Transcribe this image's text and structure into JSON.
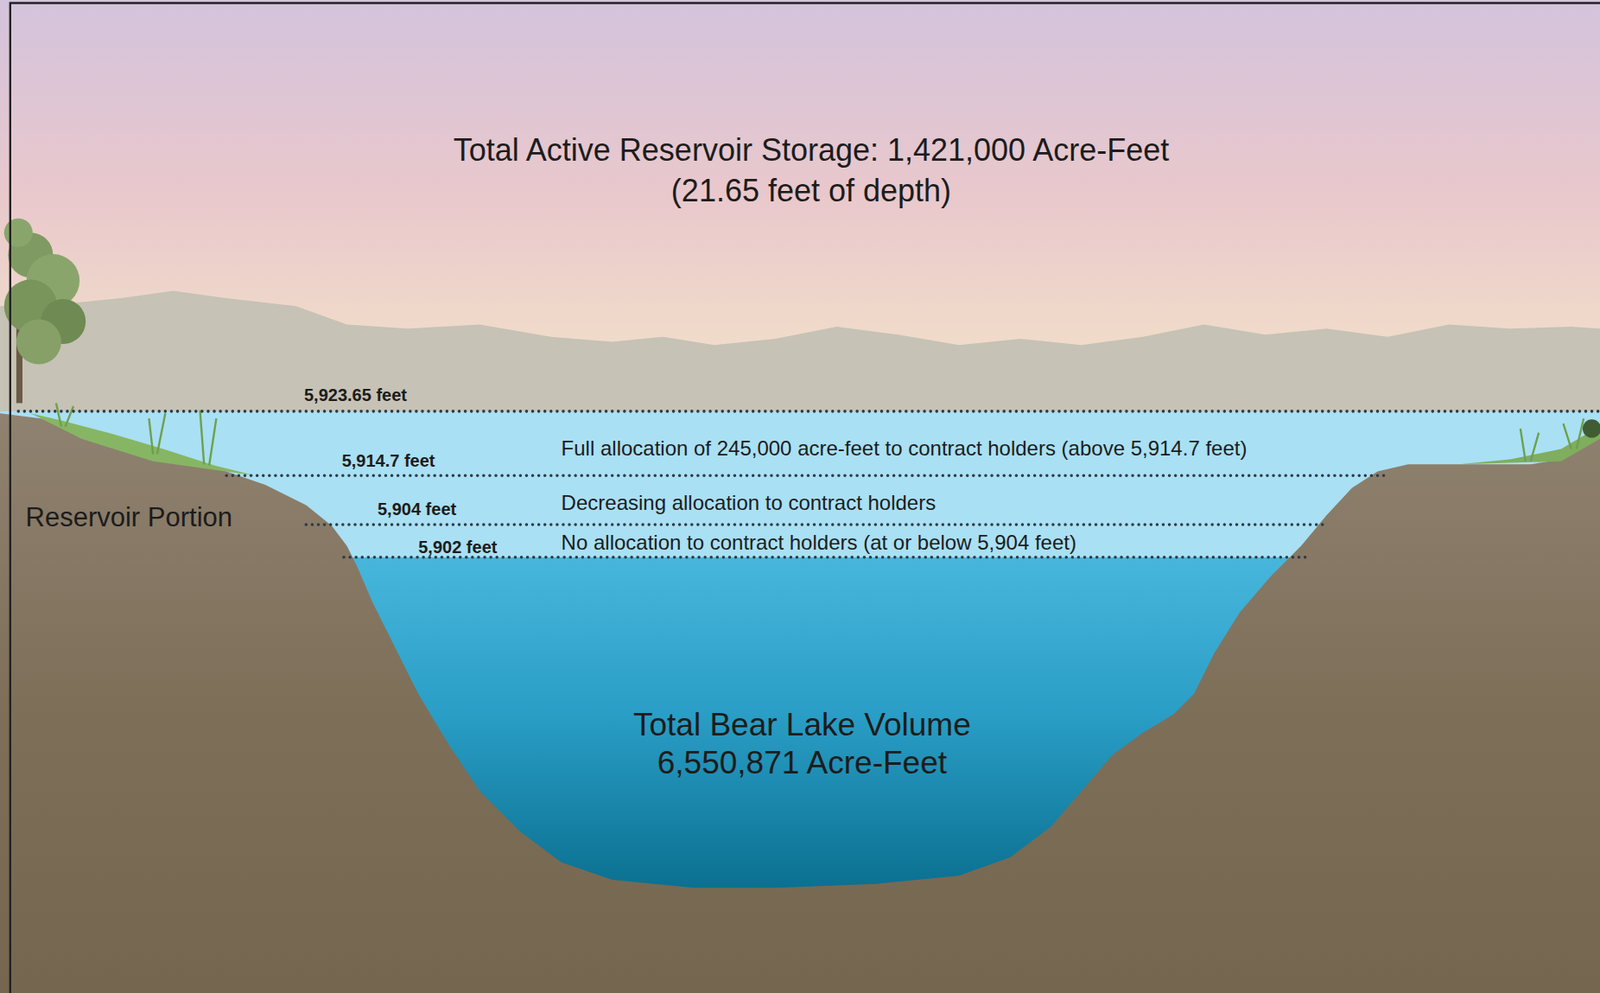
{
  "diagram": {
    "title": "Total Active Reservoir Storage: 1,421,000 Acre-Feet",
    "labels": [
      "(21.65 feet of depth)",
      "5,923.65 feet",
      "5,914.7 feet",
      "Full allocation of 245,000 acre-feet to contract holders (above 5,914.7 feet)",
      "5,904 feet",
      "Decreasing allocation to contract holders",
      "5,902 feet",
      "No allocation to contract holders (at or below 5,904 feet)",
      "Reservoir Portion",
      "Total Bear Lake Volume 6,550,871 Acre-Feet"
    ]
  }
}
